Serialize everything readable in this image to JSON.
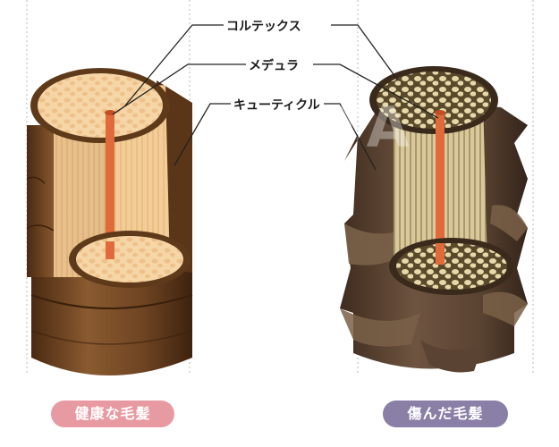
{
  "labels": {
    "cortex": "コルテックス",
    "medulla": "メデュラ",
    "cuticle": "キューティクル"
  },
  "captions": {
    "healthy": "健康な毛髪",
    "damaged": "傷んだ毛髪"
  },
  "watermark": "PIXTA",
  "colors": {
    "healthy_pill": "#e89aa2",
    "damaged_pill": "#8a7fa6",
    "cuticle_brown": "#6b4322",
    "cortex_tan": "#f2c793",
    "medulla_orange": "#e06a3a",
    "damaged_cortex": "#d8c79a"
  }
}
